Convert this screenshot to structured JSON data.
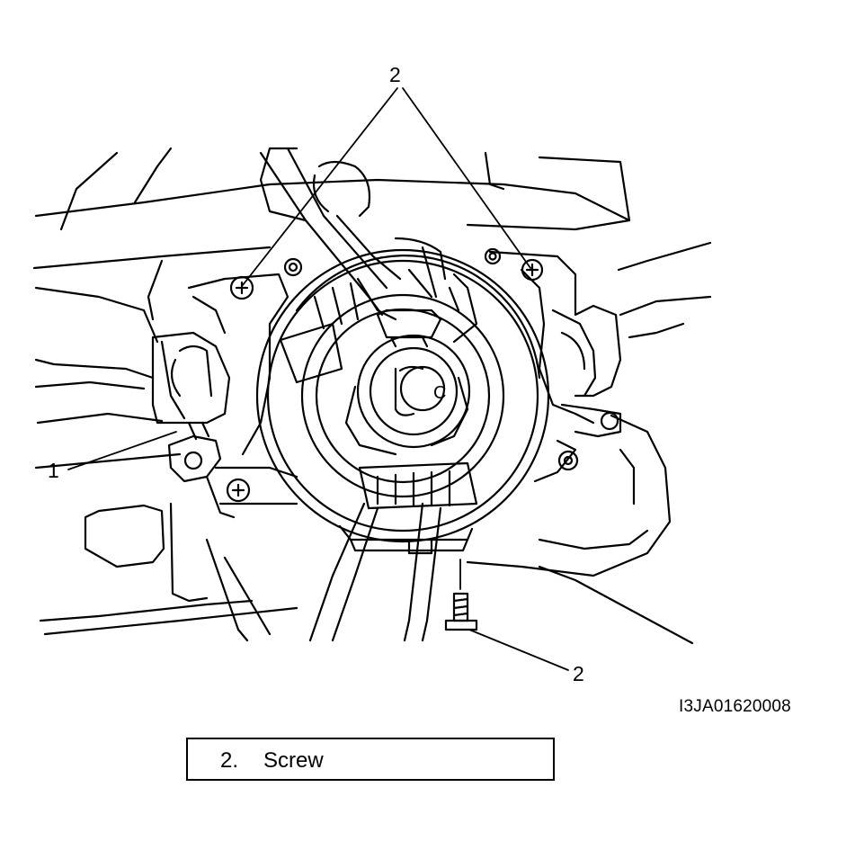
{
  "callouts": [
    {
      "id": "top",
      "text": "2"
    },
    {
      "id": "left",
      "text": "1"
    },
    {
      "id": "bottom",
      "text": "2"
    }
  ],
  "reference_code": "I3JA01620008",
  "legend": {
    "number": "2.",
    "label": "Screw"
  },
  "colors": {
    "line": "#000000",
    "background": "#ffffff"
  }
}
